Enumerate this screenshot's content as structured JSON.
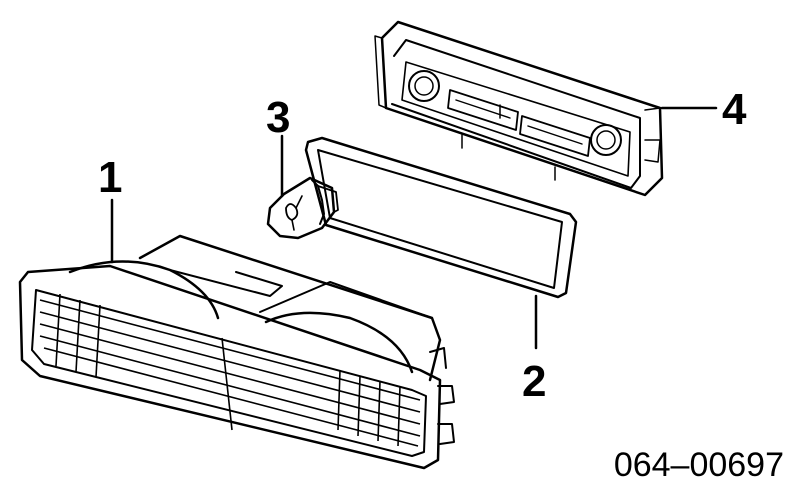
{
  "callouts": {
    "lens_housing": "1",
    "gasket": "2",
    "bulb": "3",
    "socket_board": "4"
  },
  "reference_number": "064–00697"
}
